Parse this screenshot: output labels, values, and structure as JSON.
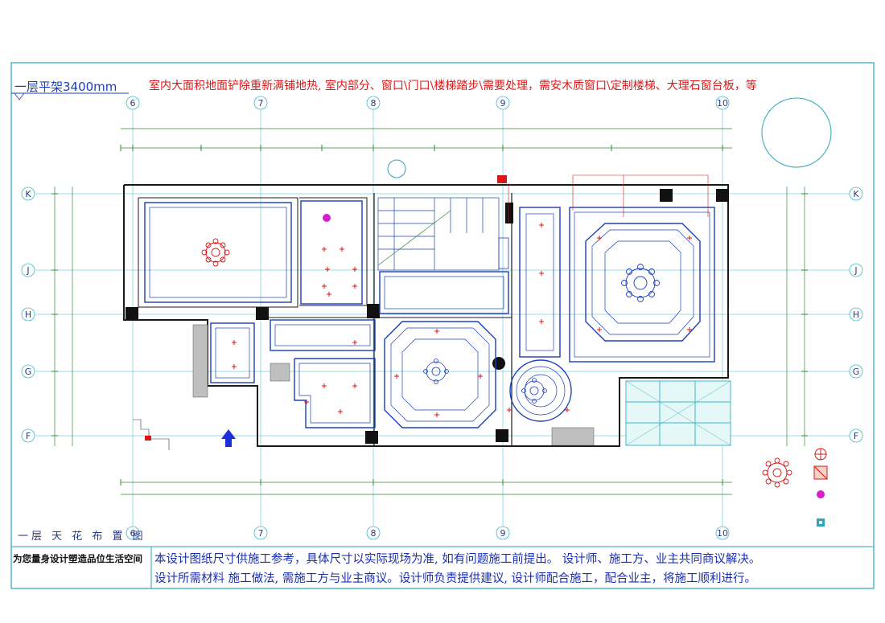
{
  "header": {
    "level_title": "一层平架3400mm",
    "site_note": "室内大面积地面铲除重新满铺地热, 室内部分、窗口\\门口\\楼梯踏步\\需要处理，需安木质窗口\\定制楼梯、大理石窗台板，等"
  },
  "grid": {
    "columns": [
      "6",
      "7",
      "8",
      "9",
      "10"
    ],
    "rows": [
      "K",
      "J",
      "H",
      "G",
      "F"
    ]
  },
  "plan": {
    "title": "一层 天 花 布 置 图"
  },
  "footer": {
    "slogan": "为您量身设计塑造品位生活空间",
    "note_line1": "本设计图纸尺寸供施工参考，具体尺寸以实际现场为准, 如有问题施工前提出。  设计师、施工方、业主共同商议解决。",
    "note_line2": "设计所需材料  施工做法, 需施工方与业主商议。设计师负责提供建议, 设计师配合施工，配合业主，将施工顺利进行。"
  },
  "colors": {
    "frame": "#2aa7b8",
    "wall": "#1a1a1a",
    "ceiling": "#1a3fbf",
    "dimension": "#2e8b2e",
    "annotation": "#d81818",
    "glass": "#3fb8c8"
  },
  "icons": [
    "north-arrow-icon",
    "chandelier-icon",
    "downlight-icon",
    "section-marker-icon"
  ]
}
